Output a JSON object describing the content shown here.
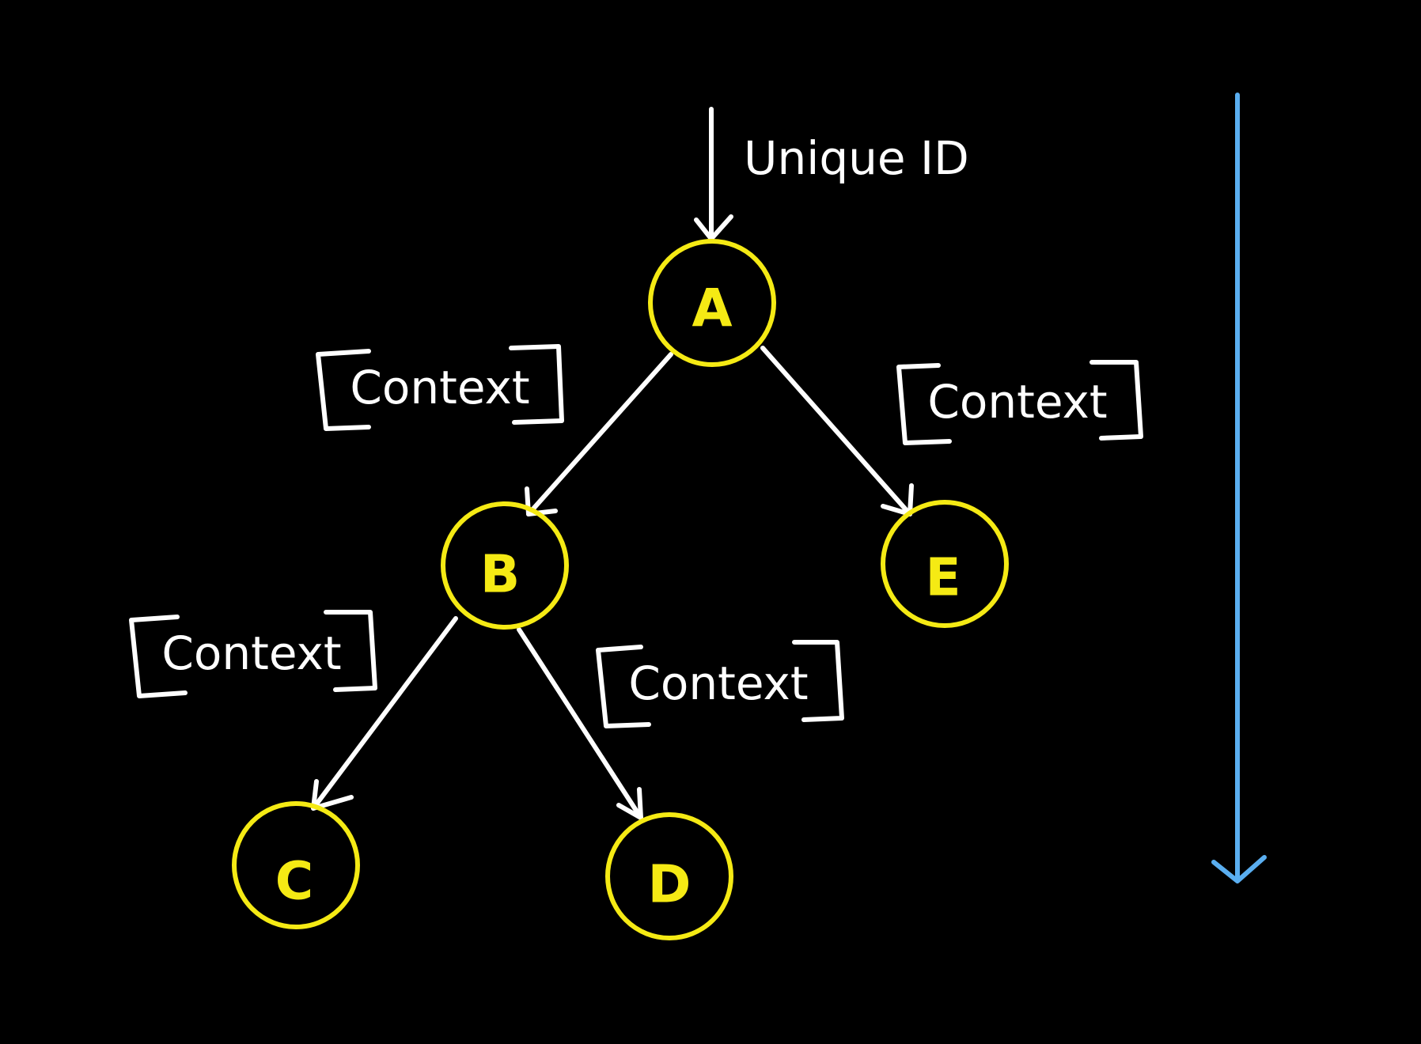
{
  "colors": {
    "background": "#000000",
    "node": "#f5ea14",
    "edge": "#ffffff",
    "context": "#ffffff",
    "direction_arrow": "#5aaef0"
  },
  "input": {
    "label": "Unique ID"
  },
  "nodes": [
    {
      "id": "A",
      "label": "A"
    },
    {
      "id": "B",
      "label": "B"
    },
    {
      "id": "C",
      "label": "C"
    },
    {
      "id": "D",
      "label": "D"
    },
    {
      "id": "E",
      "label": "E"
    }
  ],
  "edges": [
    {
      "from": "A",
      "to": "B",
      "label": "Context"
    },
    {
      "from": "A",
      "to": "E",
      "label": "Context"
    },
    {
      "from": "B",
      "to": "C",
      "label": "Context"
    },
    {
      "from": "B",
      "to": "D",
      "label": "Context"
    }
  ],
  "direction_arrow": {
    "icon": "down-arrow-icon"
  }
}
